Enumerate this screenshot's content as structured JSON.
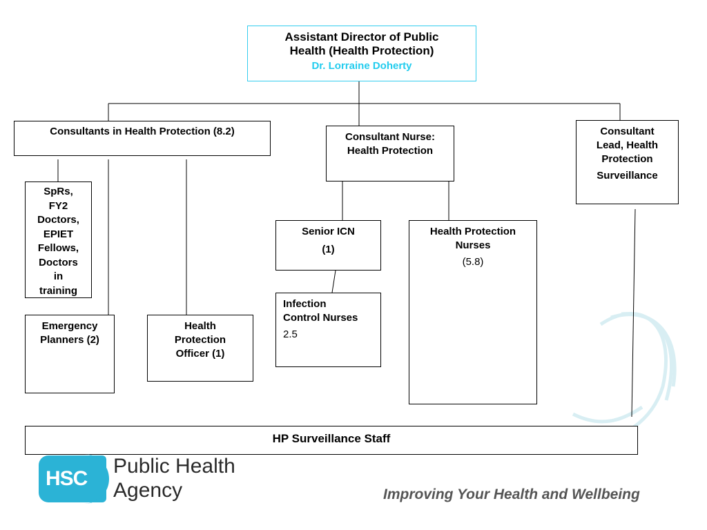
{
  "director": {
    "title_line1": "Assistant Director of Public",
    "title_line2": "Health (Health Protection)",
    "name": "Dr. Lorraine Doherty"
  },
  "consultants": {
    "label": "Consultants in Health Protection (8.2)"
  },
  "consultant_nurse": {
    "line1": "Consultant Nurse:",
    "line2": "Health Protection"
  },
  "consultant_lead": {
    "line1": "Consultant",
    "line2": "Lead, Health",
    "line3": "Protection",
    "line4": "Surveillance"
  },
  "sprs": {
    "lines": [
      "SpRs,",
      "FY2",
      "Doctors,",
      "EPIET",
      "Fellows,",
      "Doctors",
      "in",
      "training"
    ]
  },
  "senior_icn": {
    "label": "Senior ICN",
    "count": "(1)"
  },
  "hp_nurses": {
    "line1": "Health Protection",
    "line2": "Nurses",
    "count": "(5.8)"
  },
  "ic_nurses": {
    "line1": "Infection",
    "line2": "Control Nurses",
    "count": "2.5"
  },
  "emergency_planners": {
    "line1": "Emergency",
    "line2": "Planners (2)"
  },
  "hp_officer": {
    "line1": "Health",
    "line2": "Protection",
    "line3": "Officer (1)"
  },
  "surveillance_staff": {
    "label": "HP Surveillance Staff"
  },
  "footer": {
    "logo_mark": "HSC",
    "logo_line1": "Public Health",
    "logo_line2": "Agency",
    "tagline": "Improving Your Health and Wellbeing"
  },
  "colors": {
    "accent": "#2bb3d6",
    "director_name": "#22ccee",
    "tagline": "#555555"
  }
}
